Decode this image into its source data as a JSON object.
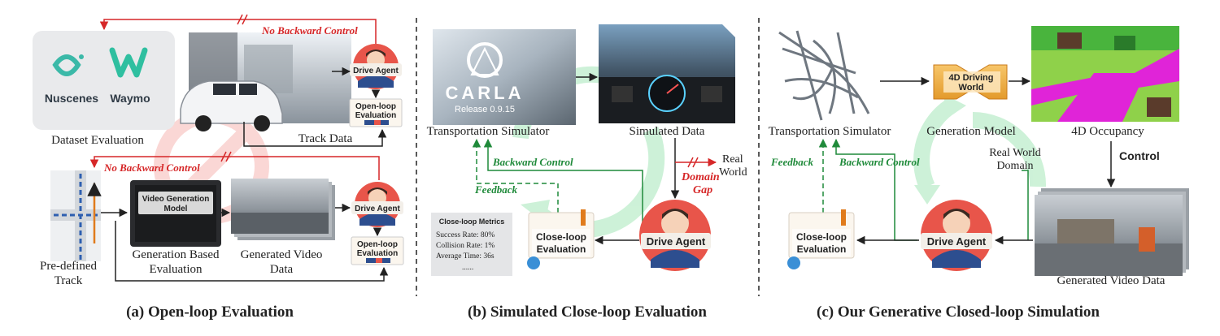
{
  "colors": {
    "red": "#d62728",
    "green": "#1f8a3a",
    "light_green": "#b9ecc8",
    "light_red": "#f6b7b3",
    "dark": "#222222",
    "agent_circle": "#e8554a",
    "panel_gray": "#e9eaec"
  },
  "panel_a": {
    "caption": "(a) Open-loop Evaluation",
    "logo1": "Nuscenes",
    "logo2": "Waymo",
    "dataset_eval": "Dataset Evaluation",
    "track_data": "Track Data",
    "no_backward_top": "No Backward Control",
    "no_backward_bottom": "No Backward Control",
    "drive_agent_top": "Drive Agent",
    "drive_agent_bottom": "Drive Agent",
    "open_loop_line1": "Open-loop",
    "open_loop_line2": "Evaluation",
    "open_loop2_line1": "Open-loop",
    "open_loop2_line2": "Evaluation",
    "video_gen_line1": "Video Generation",
    "video_gen_line2": "Model",
    "gen_based_line1": "Generation Based",
    "gen_based_line2": "Evaluation",
    "gen_video_line1": "Generated Video",
    "gen_video_line2": "Data",
    "predefined_line1": "Pre-defined",
    "predefined_line2": "Track"
  },
  "panel_b": {
    "caption": "(b) Simulated Close-loop Evaluation",
    "carla": "CARLA",
    "release": "Release 0.9.15",
    "transport_sim": "Transportation Simulator",
    "simulated_data": "Simulated Data",
    "backward_control": "Backward Control",
    "feedback": "Feedback",
    "real_line1": "Real",
    "real_line2": "World",
    "domain_line1": "Domain",
    "domain_line2": "Gap",
    "drive_agent": "Drive Agent",
    "close_loop_line1": "Close-loop",
    "close_loop_line2": "Evaluation",
    "metrics_title": "Close-loop Metrics",
    "metrics": [
      "Success Rate: 80%",
      "Collision Rate: 1%",
      "Average Time: 36s",
      "......"
    ]
  },
  "panel_c": {
    "caption": "(c) Our Generative Closed-loop Simulation",
    "transport_sim": "Transportation Simulator",
    "world_model_line1": "4D Driving",
    "world_model_line2": "World",
    "generation_model": "Generation Model",
    "occupancy": "4D Occupancy",
    "control": "Control",
    "feedback": "Feedback",
    "backward_control": "Backward Control",
    "real_world_line1": "Real World",
    "real_world_line2": "Domain",
    "drive_agent": "Drive Agent",
    "close_loop_line1": "Close-loop",
    "close_loop_line2": "Evaluation",
    "gen_video_data": "Generated Video Data"
  }
}
